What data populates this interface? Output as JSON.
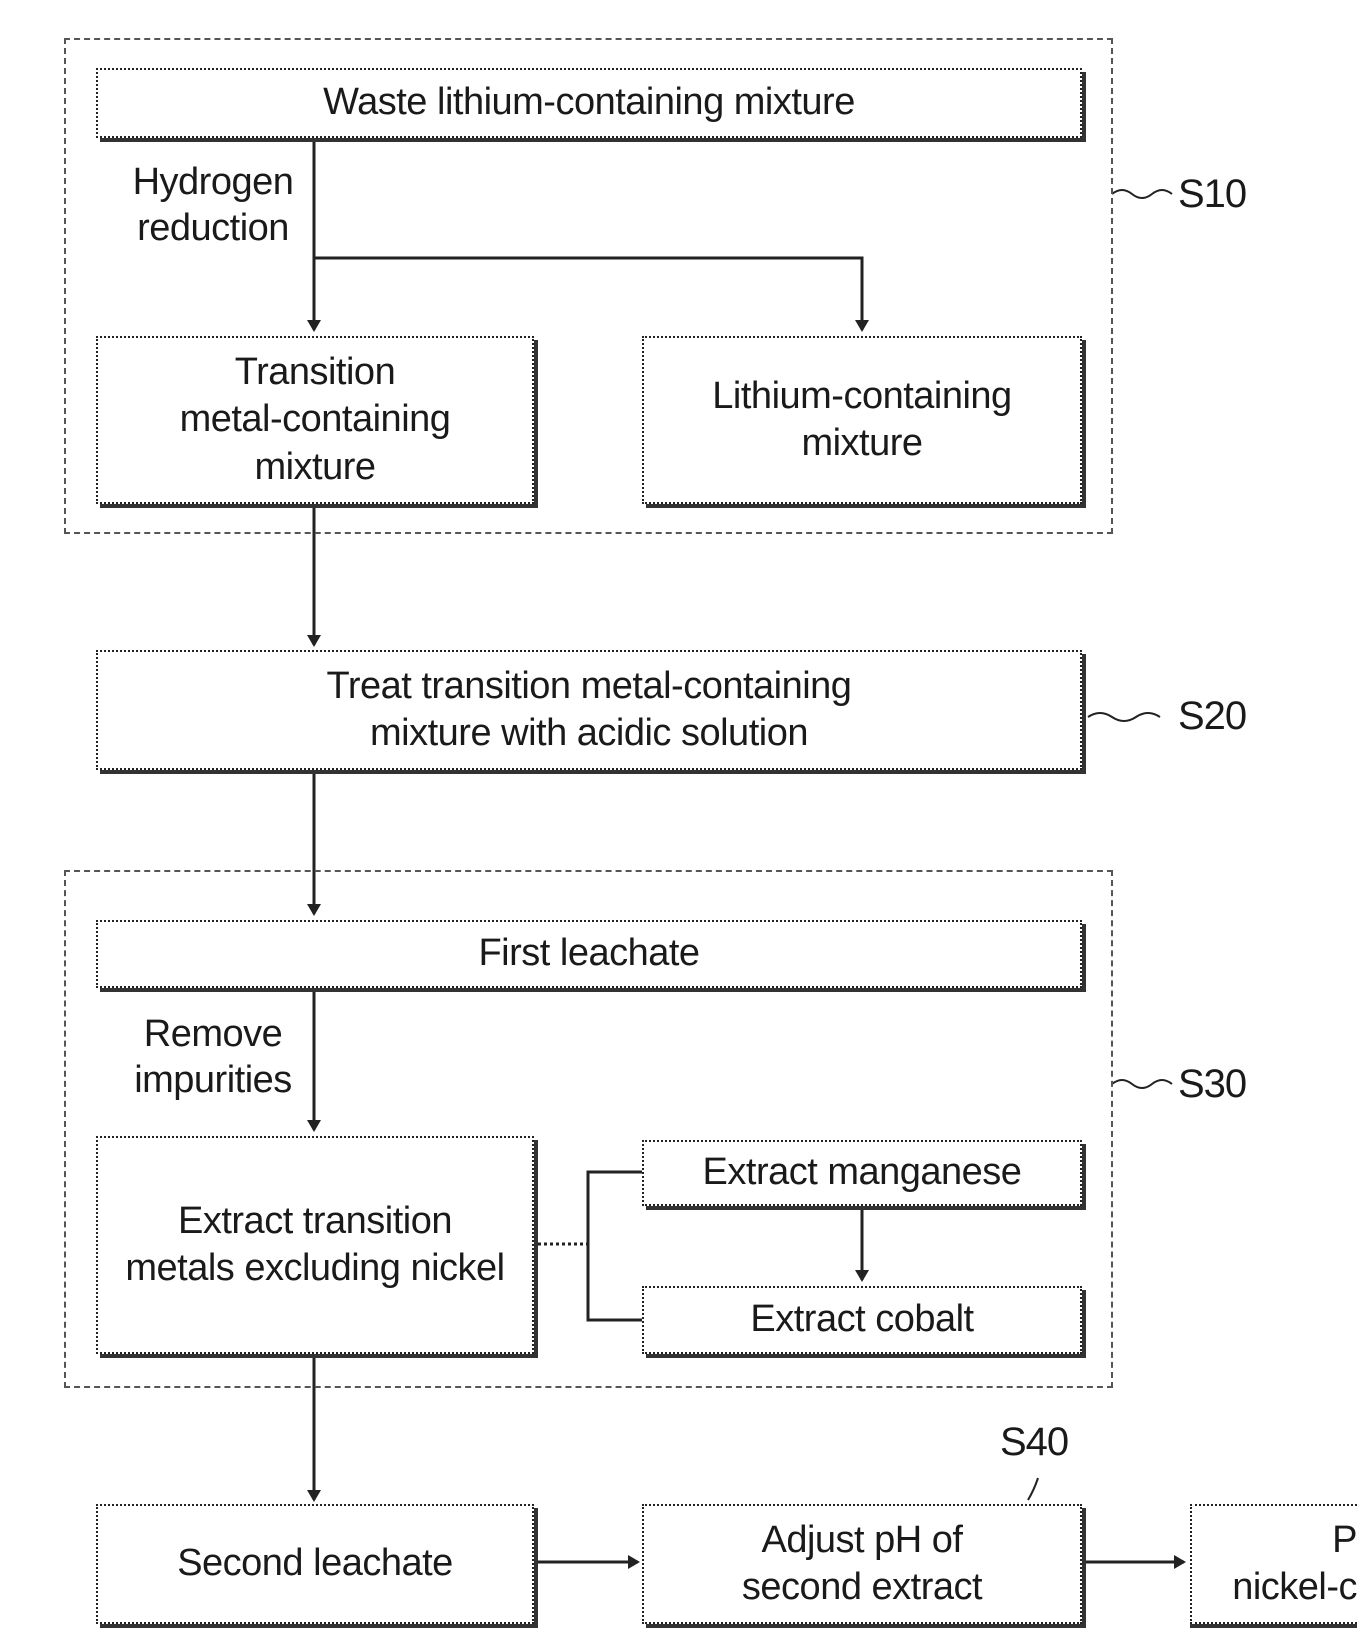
{
  "diagram": {
    "boxes": {
      "waste_mixture": "Waste lithium-containing mixture",
      "transition_mixture": "Transition\nmetal-containing\nmixture",
      "lithium_mixture": "Lithium-containing\nmixture",
      "treat_acid": "Treat transition metal-containing\nmixture with acidic solution",
      "first_leachate": "First leachate",
      "extract_transition": "Extract transition\nmetals excluding nickel",
      "extract_manganese": "Extract manganese",
      "extract_cobalt": "Extract cobalt",
      "second_leachate": "Second leachate",
      "adjust_ph": "Adjust pH of\nsecond extract",
      "partial_box": "P\nnickel-c"
    },
    "arrow_labels": {
      "hydrogen_reduction": "Hydrogen\nreduction",
      "remove_impurities": "Remove\nimpurities"
    },
    "steps": {
      "s10": "S10",
      "s20": "S20",
      "s30": "S30",
      "s40": "S40"
    }
  }
}
